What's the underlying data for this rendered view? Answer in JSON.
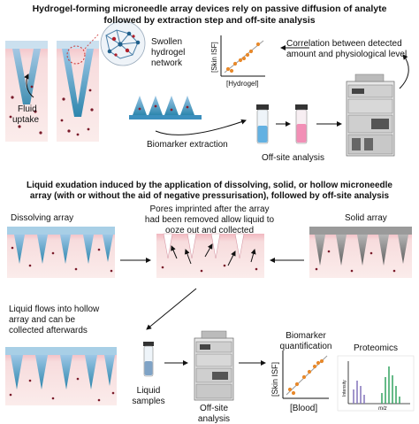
{
  "panel1": {
    "title_line1": "Hydrogel-forming microneedle array devices rely on passive diffusion of analyte",
    "title_line2": "followed by extraction step and off-site analysis",
    "fluid_uptake": [
      "Fluid",
      "uptake"
    ],
    "swollen_network": [
      "Swollen",
      "hydrogel",
      "network"
    ],
    "plot_ylabel": "[Skin ISF]",
    "plot_xlabel": "[Hydrogel]",
    "correlation": [
      "Correlation between detected",
      "amount and physiological level"
    ],
    "biomarker_extraction": "Biomarker extraction",
    "offsite_analysis": "Off-site analysis"
  },
  "panel2": {
    "title_line1": "Liquid exudation induced by the application of dissolving, solid, or hollow microneedle",
    "title_line2": "array (with or without the aid of negative pressurisation), followed by off-site analysis",
    "dissolving_array": "Dissolving array",
    "solid_array": "Solid array",
    "pores_text": [
      "Pores imprinted after the array",
      "had been removed allow liquid to",
      "ooze out and collected"
    ],
    "hollow_text": [
      "Liquid flows into hollow",
      "array and can be",
      "collected afterwards"
    ],
    "liquid_samples": [
      "Liquid",
      "samples"
    ],
    "offsite_analysis": [
      "Off-site",
      "analysis"
    ],
    "biomarker_quant": [
      "Biomarker",
      "quantification"
    ],
    "plot_ylabel": "[Skin ISF]",
    "plot_xlabel": "[Blood]",
    "proteomics": "Proteomics",
    "spectrum_ylabel": "Intensity",
    "spectrum_xlabel": "m/z"
  },
  "colors": {
    "skin_pink": "#f6d9d8",
    "skin_top": "#f1b8c0",
    "needle_blue": "#2e86ad",
    "needle_grey": "#7d7d7d",
    "dot_dark": "#7a1b2a",
    "point_orange": "#e8892b",
    "line_grey": "#9a9a9a"
  }
}
